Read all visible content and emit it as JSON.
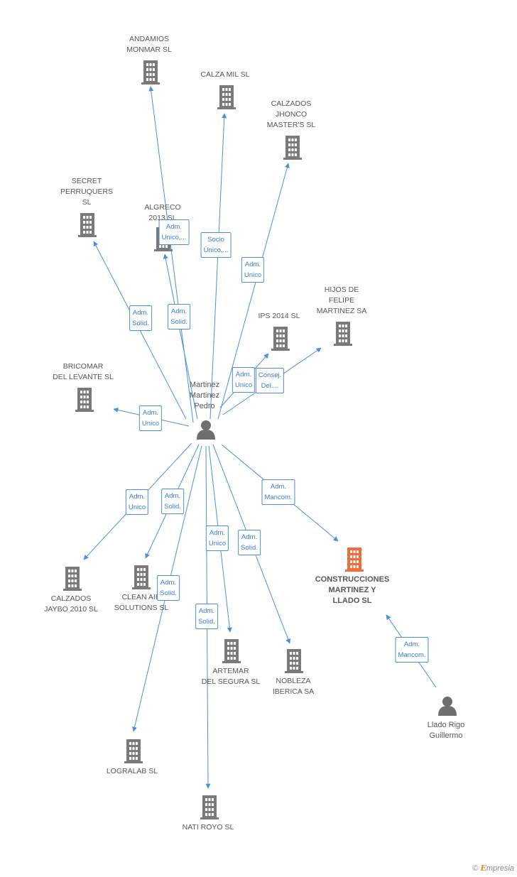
{
  "colors": {
    "edge": "#4a8fd8",
    "building": "#7a7a7a",
    "focus": "#f26b3a",
    "person": "#6e6e6e"
  },
  "center": {
    "name": "Martinez\nMartinez\nPedro",
    "icon": "person-icon"
  },
  "focus": {
    "name": "CONSTRUCCIONES\nMARTINEZ Y\nLLADO SL",
    "icon": "building-icon"
  },
  "other_person": {
    "name": "Llado Rigo\nGuillermo",
    "icon": "person-icon"
  },
  "companies": [
    {
      "id": "andamios",
      "name": "ANDAMIOS\nMONMAR SL"
    },
    {
      "id": "calzamil",
      "name": "CALZA MIL  SL"
    },
    {
      "id": "jhonco",
      "name": "CALZADOS\nJHONCO\nMASTER'S SL"
    },
    {
      "id": "secret",
      "name": "SECRET\nPERRUQUERS\nSL"
    },
    {
      "id": "algreco",
      "name": "ALGRECO\n2013 SL"
    },
    {
      "id": "hijos",
      "name": "HIJOS DE\nFELIPE\nMARTINEZ SA"
    },
    {
      "id": "ips",
      "name": "IPS 2014  SL"
    },
    {
      "id": "bricomar",
      "name": "BRICOMAR\nDEL LEVANTE SL"
    },
    {
      "id": "jaybo",
      "name": "CALZADOS\nJAYBO 2010 SL"
    },
    {
      "id": "clean",
      "name": "CLEAN AIR\nSOLUTIONS  SL"
    },
    {
      "id": "artemar",
      "name": "ARTEMAR\nDEL SEGURA SL"
    },
    {
      "id": "nobleza",
      "name": "NOBLEZA\nIBERICA SA"
    },
    {
      "id": "logralab",
      "name": "LOGRALAB SL"
    },
    {
      "id": "natiroyo",
      "name": "NATI ROYO SL"
    }
  ],
  "relations": [
    {
      "id": "r-andamios",
      "label": "Adm.\nUnico,..."
    },
    {
      "id": "r-calzamil",
      "label": "Socio\nÚnico,..."
    },
    {
      "id": "r-jhonco",
      "label": "Adm.\nUnico"
    },
    {
      "id": "r-secret",
      "label": "Adm.\nSolid."
    },
    {
      "id": "r-algreco",
      "label": "Adm.\nSolid."
    },
    {
      "id": "r-ips",
      "label": "Adm.\nUnico"
    },
    {
      "id": "r-hijos",
      "label": "Consej.\nDel...."
    },
    {
      "id": "r-bricomar",
      "label": "Adm.\nUnico"
    },
    {
      "id": "r-focus",
      "label": "Adm.\nMancom."
    },
    {
      "id": "r-jaybo",
      "label": "Adm.\nUnico"
    },
    {
      "id": "r-clean",
      "label": "Adm.\nSolid."
    },
    {
      "id": "r-artemar",
      "label": "Adm.\nUnico"
    },
    {
      "id": "r-nobleza",
      "label": "Adm.\nSolid."
    },
    {
      "id": "r-logralab",
      "label": "Adm.\nSolid."
    },
    {
      "id": "r-natiroyo",
      "label": "Adm.\nSolid."
    },
    {
      "id": "r-llado",
      "label": "Adm.\nMancom."
    }
  ],
  "footer": {
    "copyright": "©",
    "brand_initial": "E",
    "brand_rest": "mpresia"
  }
}
